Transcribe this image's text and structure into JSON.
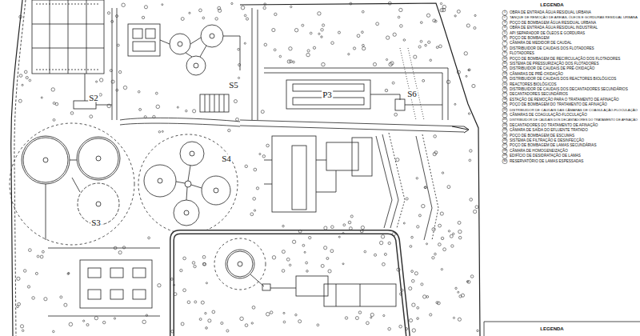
{
  "diagram": {
    "labels": [
      "S2",
      "S3",
      "S4",
      "S5",
      "S6",
      "P3",
      "LEGENDA",
      "LEGENDA",
      "1",
      "2",
      "3",
      "4",
      "5",
      "6",
      "7",
      "8",
      "9",
      "10",
      "11",
      "12",
      "13",
      "14",
      "15",
      "16",
      "17",
      "18",
      "19",
      "20",
      "21",
      "22",
      "23",
      "24",
      "25",
      "26",
      "27",
      "28",
      "29",
      "30"
    ],
    "legend": [
      {
        "text": "OBRA DE ENTRADA ÁGUA RESIDUAL URBANA"
      },
      {
        "text": "TANQUE DE REMOÇÃO DE AREIAS, ÓLEOS E GORDURAS RESIDUAL URBANA"
      },
      {
        "text": "POÇO DE BOMBAGEM ÁGUA RESIDUAL URBANA"
      },
      {
        "text": "OBRA DE ENTRADA ÁGUA RESIDUAL INDUSTRIAL"
      },
      {
        "text": "API SEPARADOR DE ÓLEOS E GORDURAS"
      },
      {
        "text": "POÇO DE BOMBAGEM"
      },
      {
        "text": "CÂMARA DE MEDIDOR DE CAUDAL"
      },
      {
        "text": "DISTRIBUIDOR DE CAUDAIS DOS FLOTADORES"
      },
      {
        "text": "FLOTADORES"
      },
      {
        "text": "POÇO DE BOMBAGEM DE RECIRCULAÇÃO DOS FLOTADORES"
      },
      {
        "text": "SISTEMA DE PRESSURIZAÇÃO DOS FLOTADORES"
      },
      {
        "text": "DISTRIBUIDOR DE CAUDAIS DE PRÉ-OXIDAÇÃO"
      },
      {
        "text": "CÂMARAS DE PRÉ-OXIDAÇÃO"
      },
      {
        "text": "DISTRIBUIDOR DE CAUDAIS DOS REACTORES BIOLÓGICOS"
      },
      {
        "text": "REACTORES BIOLÓGICOS"
      },
      {
        "text": "DISTRIBUIDOR DE CAUDAIS DOS DECANTADORES SECUNDÁRIOS"
      },
      {
        "text": "DECANTADORES SECUNDÁRIOS"
      },
      {
        "text": "ESTAÇÃO DE REMOÇÃO PARA O TRATAMENTO DE AFINAÇÃO"
      },
      {
        "text": "POÇO DE BOMBAGEM DO TRATAMENTO DE AFINAÇÃO"
      },
      {
        "text": "DISTRIBUIDOR DE CAUDAIS DAS CÂMARAS DE COAGULAÇÃO-FLOCULAÇÃO"
      },
      {
        "text": "CÂMARAS DE COAGULAÇÃO-FLOCULAÇÃO"
      },
      {
        "text": "DISTRIBUIDOR DE CAUDAIS DOS DECANTADORES DO TRATAMENTO DE AFINAÇÃO"
      },
      {
        "text": "DECANTADORES DO TRATAMENTO DE AFINAÇÃO"
      },
      {
        "text": "CÂMARA DE SAÍDA DO EFLUENTE TRATADO"
      },
      {
        "text": "POÇO DE BOMBAGEM DE ESCUMAS"
      },
      {
        "text": "SISTEMA DE FILTRAÇÃO E DESINFECÇÃO"
      },
      {
        "text": "POÇO DE BOMBAGEM DE LAMAS SECUNDÁRIAS"
      },
      {
        "text": "CÂMARA DE HOMOGENEIZAÇÃO"
      },
      {
        "text": "EDIFÍCIO DE DESIDRATAÇÃO DE LAMAS"
      },
      {
        "text": "RESERVATÓRIO DE LAMAS ESPESSADAS"
      }
    ]
  }
}
